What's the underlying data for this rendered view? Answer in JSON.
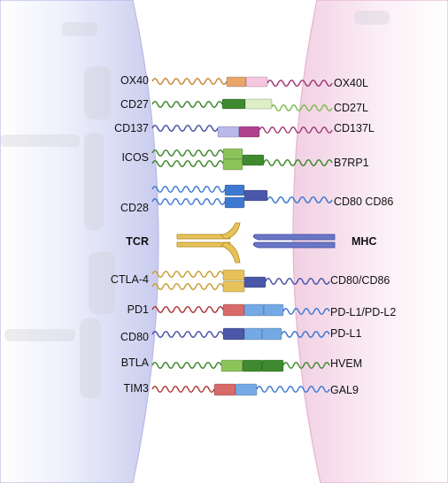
{
  "left_labels": {
    "ox40": "OX40",
    "cd27": "CD27",
    "cd137": "CD137",
    "icos": "ICOS",
    "cd28": "CD28",
    "tcr": "TCR",
    "ctla4": "CTLA-4",
    "pd1": "PD1",
    "cd80": "CD80",
    "btla": "BTLA",
    "tim3": "TIM3"
  },
  "right_labels": {
    "ox40l": "OX40L",
    "cd27l": "CD27L",
    "cd137l": "CD137L",
    "b7rp1": "B7RP1",
    "cd80cd86": "CD80 CD86",
    "mhc": "MHC",
    "cd80_cd86": "CD80/CD86",
    "pdl1_pdl2": "PD-L1/PD-L2",
    "pdl1": "PD-L1",
    "hvem": "HVEM",
    "gal9": "GAL9"
  },
  "colors": {
    "left_cell": "#c9cbee",
    "right_cell": "#f1cfe3",
    "orange": "#e8a56a",
    "pink": "#f6c8df",
    "green_dark": "#3f8a2e",
    "green_light": "#dcefc5",
    "green_mid": "#8cc45a",
    "lavender": "#b9b8ea",
    "magenta": "#b0418e",
    "blue": "#3d78d1",
    "navy": "#4b57a8",
    "gold": "#e7c25a",
    "red": "#d96a6a",
    "sky": "#74a9e6",
    "mhc_blue": "#6a76c6"
  }
}
